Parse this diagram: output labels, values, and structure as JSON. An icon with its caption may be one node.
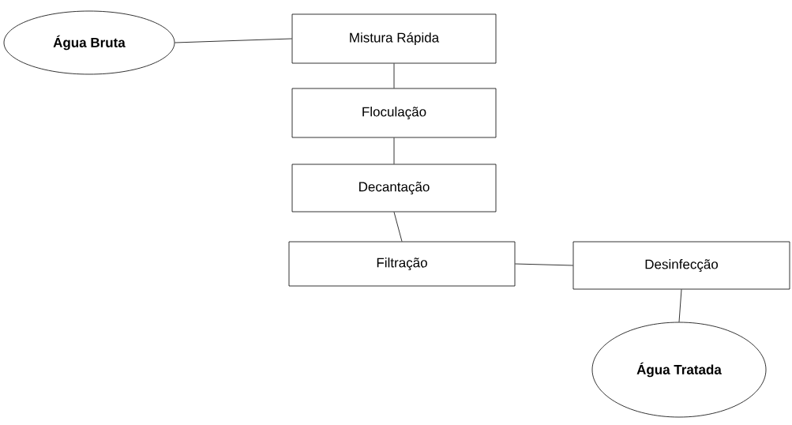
{
  "diagram": {
    "nodes": [
      {
        "text": [
          "**Água Bruta**"
        ]
      },
      {
        "text": [
          "Mistura Rápida"
        ]
      },
      {
        "text": [
          "Floculação"
        ]
      },
      {
        "text": [
          "Decantação"
        ]
      },
      {
        "text": [
          "Filtração"
        ]
      },
      {
        "text": [
          "Desinfecção"
        ]
      },
      {
        "text": [
          "**Água Tratada**"
        ]
      }
    ],
    "edges": [
      {
        "from": 0,
        "to": 1,
        "arrow": "none"
      },
      {
        "from": 1,
        "to": 2,
        "arrow": "none"
      },
      {
        "from": 2,
        "to": 3,
        "arrow": "none"
      },
      {
        "from": 3,
        "to": 4,
        "arrow": "none"
      },
      {
        "from": 4,
        "to": 5,
        "arrow": "none"
      },
      {
        "from": 5,
        "to": 6,
        "arrow": "none"
      }
    ]
  }
}
